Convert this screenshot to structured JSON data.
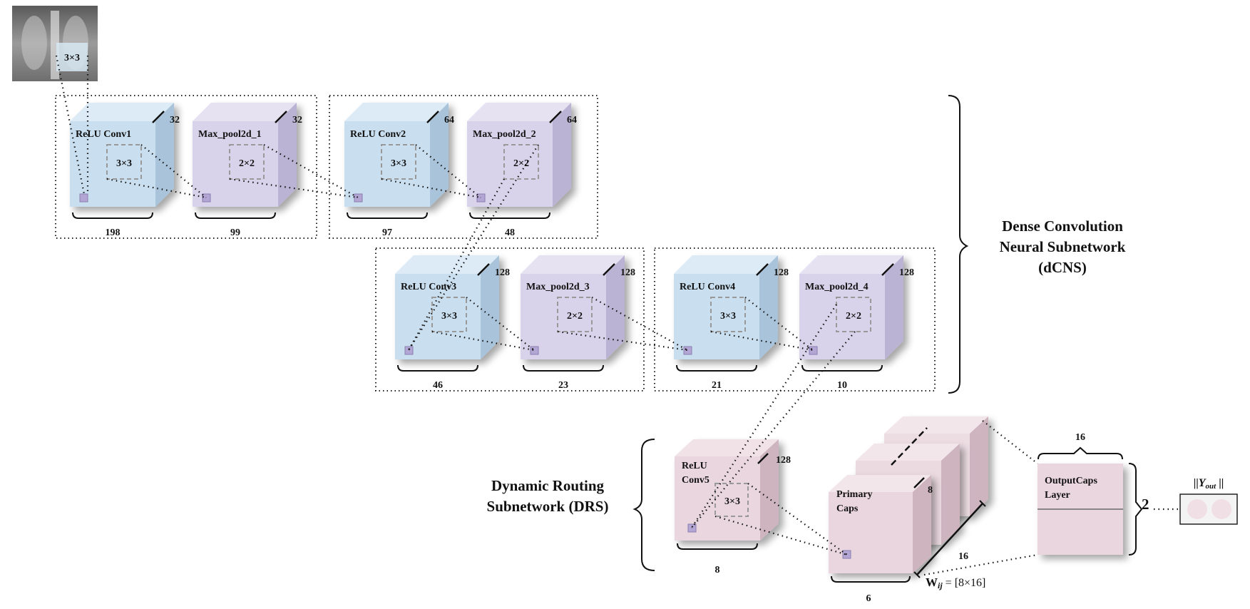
{
  "input": {
    "kernel_label": "3×3"
  },
  "blocks": [
    {
      "id": "conv1",
      "label": "ReLU Conv1",
      "kernel": "3×3",
      "depth": "32",
      "width": "198",
      "kind": "conv"
    },
    {
      "id": "pool1",
      "label": "Max_pool2d_1",
      "kernel": "2×2",
      "depth": "32",
      "width": "99",
      "kind": "pool"
    },
    {
      "id": "conv2",
      "label": "ReLU Conv2",
      "kernel": "3×3",
      "depth": "64",
      "width": "97",
      "kind": "conv"
    },
    {
      "id": "pool2",
      "label": "Max_pool2d_2",
      "kernel": "2×2",
      "depth": "64",
      "width": "48",
      "kind": "pool"
    },
    {
      "id": "conv3",
      "label": "ReLU Conv3",
      "kernel": "3×3",
      "depth": "128",
      "width": "46",
      "kind": "conv"
    },
    {
      "id": "pool3",
      "label": "Max_pool2d_3",
      "kernel": "2×2",
      "depth": "128",
      "width": "23",
      "kind": "pool"
    },
    {
      "id": "conv4",
      "label": "ReLU Conv4",
      "kernel": "3×3",
      "depth": "128",
      "width": "21",
      "kind": "conv"
    },
    {
      "id": "pool4",
      "label": "Max_pool2d_4",
      "kernel": "2×2",
      "depth": "128",
      "width": "10",
      "kind": "pool"
    }
  ],
  "conv5": {
    "label_line1": "ReLU",
    "label_line2": "Conv5",
    "kernel": "3×3",
    "depth": "128",
    "width": "8"
  },
  "primary_caps": {
    "label_line1": "Primary",
    "label_line2": "Caps",
    "depth": "8",
    "count": "16",
    "width": "6",
    "weight": "W",
    "weight_sub": "ij",
    "weight_dims": " = [8×16]"
  },
  "output_caps": {
    "label_line1": "OutputCaps",
    "label_line2": "Layer",
    "top": "16",
    "side": "2"
  },
  "output": {
    "label_pre": "||",
    "label_main": "Y",
    "label_sub": "out",
    "label_post": " ||"
  },
  "sections": {
    "dcns": {
      "line1": "Dense Convolution",
      "line2": "Neural Subnetwork",
      "line3": "(dCNS)"
    },
    "drs": {
      "line1": "Dynamic Routing",
      "line2": "Subnetwork (DRS)"
    }
  },
  "colors": {
    "conv": "#c9dff0",
    "pool": "#d8d3ea",
    "caps": "#ead6de",
    "cell": "#b3a6d4"
  }
}
